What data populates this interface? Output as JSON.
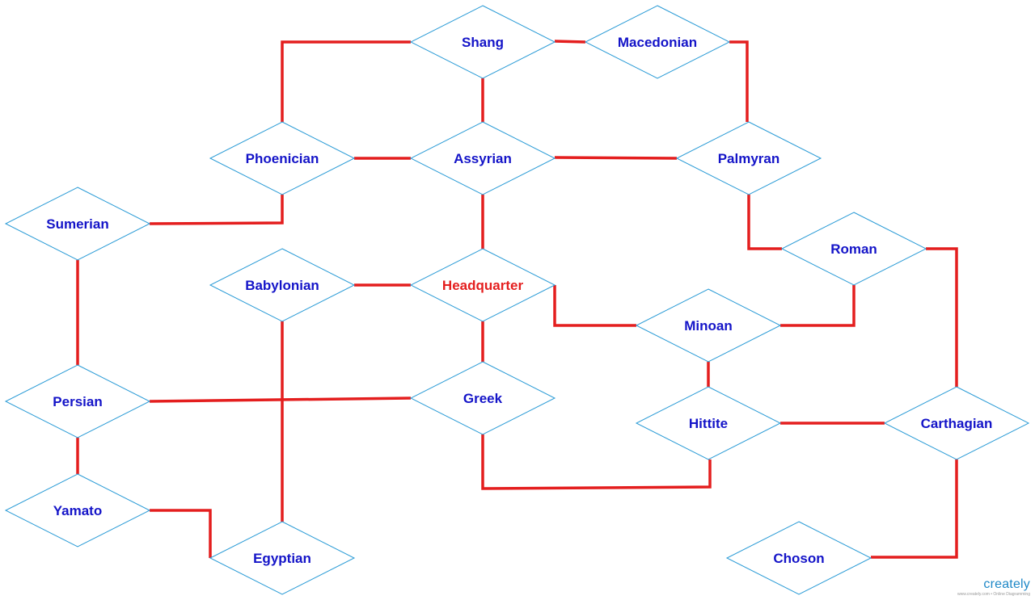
{
  "colors": {
    "diamond_stroke": "#2a9bd6",
    "connector": "#e41e1e",
    "node_text": "#1414c8",
    "highlight_text": "#e41e1e"
  },
  "nodes": [
    {
      "id": "shang",
      "label": "Shang"
    },
    {
      "id": "macedonian",
      "label": "Macedonian"
    },
    {
      "id": "phoenician",
      "label": "Phoenician"
    },
    {
      "id": "assyrian",
      "label": "Assyrian"
    },
    {
      "id": "palmyran",
      "label": "Palmyran"
    },
    {
      "id": "sumerian",
      "label": "Sumerian"
    },
    {
      "id": "roman",
      "label": "Roman"
    },
    {
      "id": "babylonian",
      "label": "Babylonian"
    },
    {
      "id": "headquarter",
      "label": "Headquarter",
      "highlight": true
    },
    {
      "id": "minoan",
      "label": "Minoan"
    },
    {
      "id": "persian",
      "label": "Persian"
    },
    {
      "id": "greek",
      "label": "Greek"
    },
    {
      "id": "hittite",
      "label": "Hittite"
    },
    {
      "id": "carthagian",
      "label": "Carthagian"
    },
    {
      "id": "yamato",
      "label": "Yamato"
    },
    {
      "id": "egyptian",
      "label": "Egyptian"
    },
    {
      "id": "choson",
      "label": "Choson"
    }
  ],
  "edges": [
    {
      "from": "phoenician",
      "to": "shang"
    },
    {
      "from": "shang",
      "to": "macedonian"
    },
    {
      "from": "macedonian",
      "to": "palmyran"
    },
    {
      "from": "shang",
      "to": "assyrian"
    },
    {
      "from": "phoenician",
      "to": "assyrian"
    },
    {
      "from": "assyrian",
      "to": "palmyran"
    },
    {
      "from": "sumerian",
      "to": "phoenician"
    },
    {
      "from": "assyrian",
      "to": "headquarter"
    },
    {
      "from": "palmyran",
      "to": "roman"
    },
    {
      "from": "roman",
      "to": "carthagian"
    },
    {
      "from": "babylonian",
      "to": "headquarter"
    },
    {
      "from": "headquarter",
      "to": "minoan"
    },
    {
      "from": "minoan",
      "to": "roman"
    },
    {
      "from": "headquarter",
      "to": "greek"
    },
    {
      "from": "sumerian",
      "to": "persian"
    },
    {
      "from": "persian",
      "to": "greek"
    },
    {
      "from": "babylonian",
      "to": "egyptian"
    },
    {
      "from": "minoan",
      "to": "hittite"
    },
    {
      "from": "hittite",
      "to": "carthagian"
    },
    {
      "from": "greek",
      "to": "hittite"
    },
    {
      "from": "persian",
      "to": "yamato"
    },
    {
      "from": "yamato",
      "to": "egyptian"
    },
    {
      "from": "carthagian",
      "to": "choson"
    }
  ],
  "watermark": {
    "logo": "creately",
    "tagline": "www.creately.com • Online Diagramming"
  }
}
